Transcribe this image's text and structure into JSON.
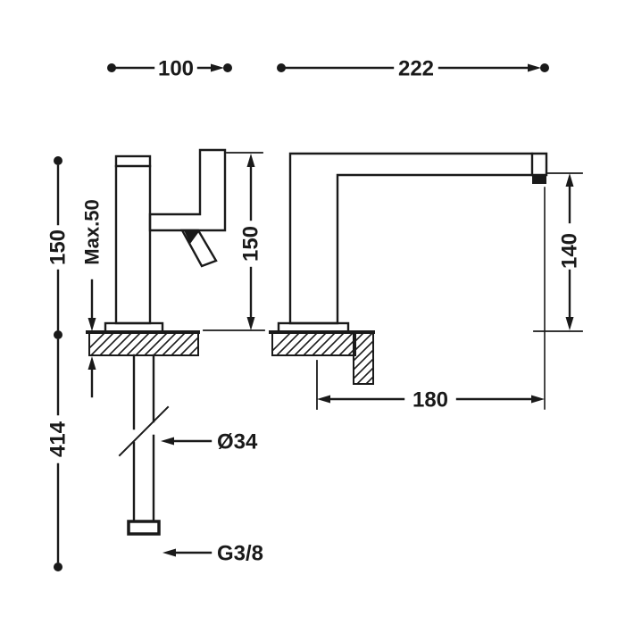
{
  "page": {
    "background": "#ffffff",
    "line_color": "#1a1a1a",
    "description": "Technical dimension drawing of a single-lever basin faucet, side view and front view with supply hose"
  },
  "labels": {
    "top_width_left": "100",
    "top_width_right": "222",
    "body_height_left": "150",
    "max_counter_thickness": "Max.50",
    "body_height_center": "150",
    "spout_height": "140",
    "hose_length": "414",
    "spout_reach": "180",
    "hose_diameter": "Ø34",
    "thread_size": "G3/8"
  }
}
